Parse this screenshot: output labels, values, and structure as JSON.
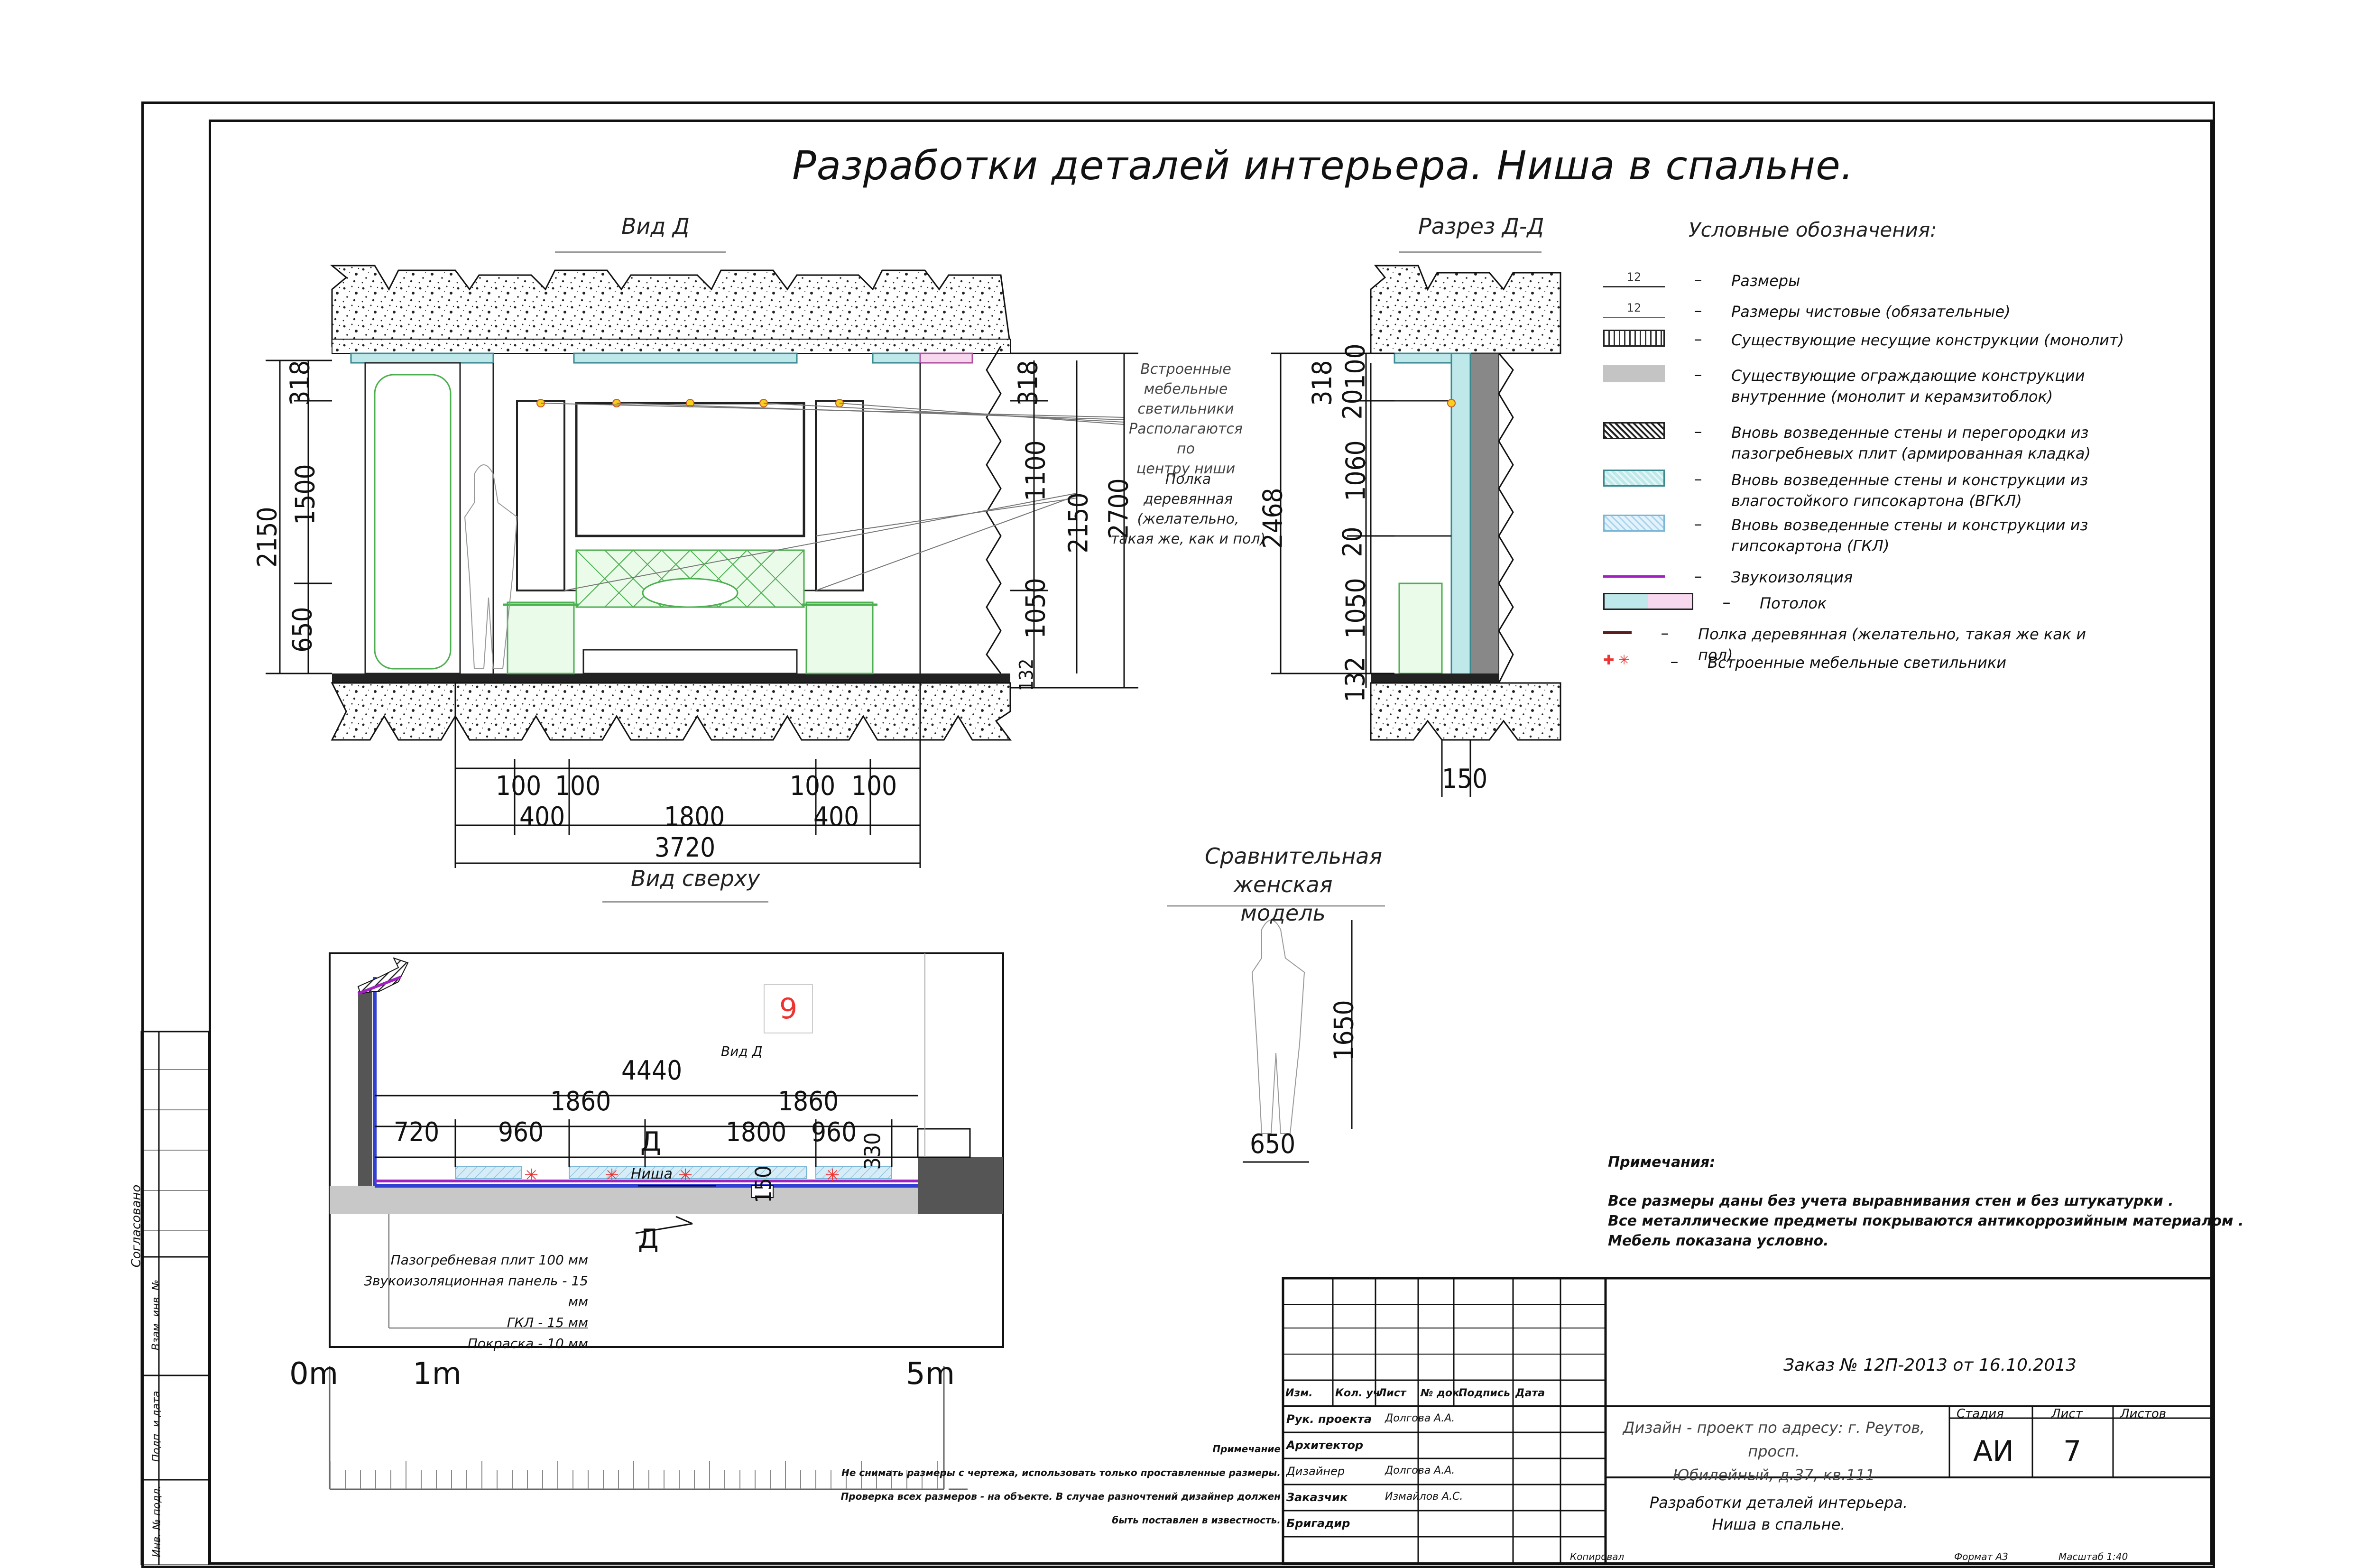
{
  "sheet": {
    "title": "Разработки деталей интерьера. Ниша в спальне.",
    "view_d_label": "Вид Д",
    "section_label": "Разрез Д-Д",
    "top_view_label": "Вид сверху",
    "female_model_label": "Сравнительная женская модель",
    "female_model_line1": "Сравнительная",
    "female_model_line2": "женская модель",
    "view_d_marker": "Вид Д",
    "niche_label": "Ниша",
    "room_number": "9",
    "d_mark": "Д",
    "scale": {
      "zero": "0m",
      "one": "1m",
      "five": "5m"
    }
  },
  "callouts": {
    "lights": [
      "Встроенные",
      "мебельные",
      "светильники",
      "Располагаются по",
      "центру ниши"
    ],
    "shelf": [
      "Полка",
      "деревянная",
      "(желательно,",
      "такая же, как и пол)"
    ]
  },
  "dims_view_d": {
    "left": [
      "318",
      "1500",
      "650",
      "2150"
    ],
    "right": [
      "318",
      "1100",
      "1050",
      "2150",
      "2700",
      "132"
    ],
    "bottom_small": [
      "100",
      "100",
      "100",
      "100"
    ],
    "bottom_mid": [
      "400",
      "1800",
      "400"
    ],
    "bottom_total": "3720"
  },
  "dims_section": {
    "vertical": [
      "318",
      "100",
      "20",
      "1060",
      "20",
      "1050",
      "132",
      "2468"
    ],
    "bottom": "150"
  },
  "dims_plan": {
    "total": "4440",
    "halves": [
      "1860",
      "1860"
    ],
    "parts": [
      "720",
      "960",
      "1800",
      "960"
    ],
    "depth": [
      "150",
      "330"
    ]
  },
  "dims_model": {
    "height": "1650",
    "width": "650"
  },
  "layers": [
    "Пазогребневая плит 100 мм",
    "Звукоизоляционная панель - 15 мм",
    "ГКЛ - 15 мм",
    "Покраска - 10 мм"
  ],
  "legend": {
    "title": "Условные обозначения:",
    "items": [
      {
        "text": "Размеры",
        "kind": "dim",
        "value": "12"
      },
      {
        "text": "Размеры чистовые (обязательные)",
        "kind": "dim-red",
        "value": "12"
      },
      {
        "text": "Существующие несущие конструкции (монолит)",
        "kind": "speckle"
      },
      {
        "text": "Существующие ограждающие конструкции внутренние (монолит и керамзитоблок)",
        "kind": "grey"
      },
      {
        "text": "Вновь возведенные стены и перегородки из пазогребневых плит (армированная кладка)",
        "kind": "hatch"
      },
      {
        "text": "Вновь возведенные стены и конструкции из влагостойкого гипсокартона (ВГКЛ)",
        "kind": "teal"
      },
      {
        "text": "Вновь возведенные стены и конструкции из гипсокартона (ГКЛ)",
        "kind": "blue"
      },
      {
        "text": "Звукоизоляция",
        "kind": "purple"
      },
      {
        "text": "Потолок",
        "kind": "ceiling"
      },
      {
        "text": "Полка деревянная (желательно, такая же как и пол)",
        "kind": "brown"
      },
      {
        "text": "Встроенные мебельные светильники",
        "kind": "lights"
      }
    ]
  },
  "notes": {
    "title": "Примечания:",
    "lines": [
      "Все размеры даны без учета выравнивания стен и без штукатурки .",
      "Все металлические предметы покрываются антикоррозийным материалом .",
      "Мебель показана условно."
    ]
  },
  "small_note": {
    "title": "Примечание",
    "line1": "Не снимать размеры с чертежа, использовать только проставленные размеры.",
    "line2": "Проверка всех размеров - на объекте. В случае разночтений дизайнер должен быть поставлен в известность."
  },
  "title_block": {
    "order": "Заказ № 12П-2013 от 16.10.2013",
    "project_line1": "Дизайн - проект по адресу: г. Реутов, просп.",
    "project_line2": "Юбилейный, д.37, кв.111",
    "sheet_name_line1": "Разработки деталей интерьера.",
    "sheet_name_line2": "Ниша в спальне.",
    "headers": [
      "Изм.",
      "Кол. уч",
      "Лист",
      "№ док.",
      "Подпись",
      "Дата"
    ],
    "roles": [
      "Рук. проекта",
      "Архитектор",
      "Дизайнер",
      "Заказчик",
      "Бригадир"
    ],
    "names": [
      "Долгова А.А.",
      "",
      "Долгова А.А.",
      "Измайлов А.С.",
      ""
    ],
    "stage_label": "Стадия",
    "sheet_label": "Лист",
    "sheets_label": "Листов",
    "stage": "АИ",
    "sheet": "7",
    "sheets": "",
    "copied": "Копировал",
    "format": "Формат А3",
    "scale": "Масштаб 1:40"
  },
  "side_stamp": [
    "Согласовано",
    "Взам. инв. №",
    "Подп. и дата",
    "Инв. № подл."
  ]
}
